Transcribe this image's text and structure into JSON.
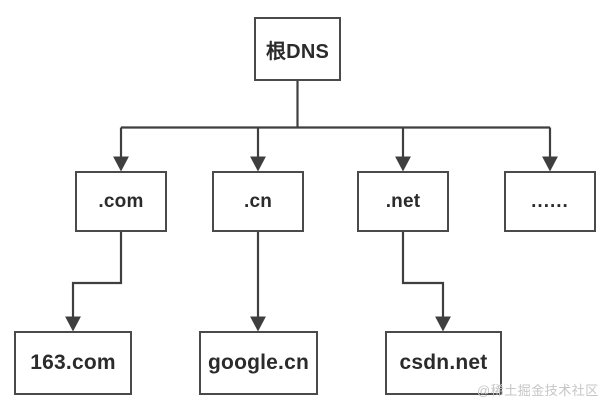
{
  "diagram": {
    "type": "tree",
    "title": "DNS hierarchy tree",
    "colors": {
      "background": "#ffffff",
      "box_border": "#4a4a4a",
      "box_fill": "#ffffff",
      "text": "#2b2b2b",
      "connector": "#3f3f3f",
      "watermark": "#c6c6c6"
    },
    "root": {
      "label": "根DNS"
    },
    "tld_nodes": [
      {
        "label": ".com"
      },
      {
        "label": ".cn"
      },
      {
        "label": ".net"
      },
      {
        "label": "......"
      }
    ],
    "domain_nodes": [
      {
        "label": "163.com"
      },
      {
        "label": "google.cn"
      },
      {
        "label": "csdn.net"
      }
    ],
    "edges": [
      {
        "from": "根DNS",
        "to": ".com",
        "style": "elbow-arrow"
      },
      {
        "from": "根DNS",
        "to": ".cn",
        "style": "elbow-arrow"
      },
      {
        "from": "根DNS",
        "to": ".net",
        "style": "elbow-arrow"
      },
      {
        "from": "根DNS",
        "to": "......",
        "style": "elbow-arrow"
      },
      {
        "from": ".com",
        "to": "163.com",
        "style": "step-left-arrow"
      },
      {
        "from": ".cn",
        "to": "google.cn",
        "style": "straight-arrow"
      },
      {
        "from": ".net",
        "to": "csdn.net",
        "style": "step-right-arrow"
      }
    ],
    "watermark": "@稀土掘金技术社区"
  }
}
